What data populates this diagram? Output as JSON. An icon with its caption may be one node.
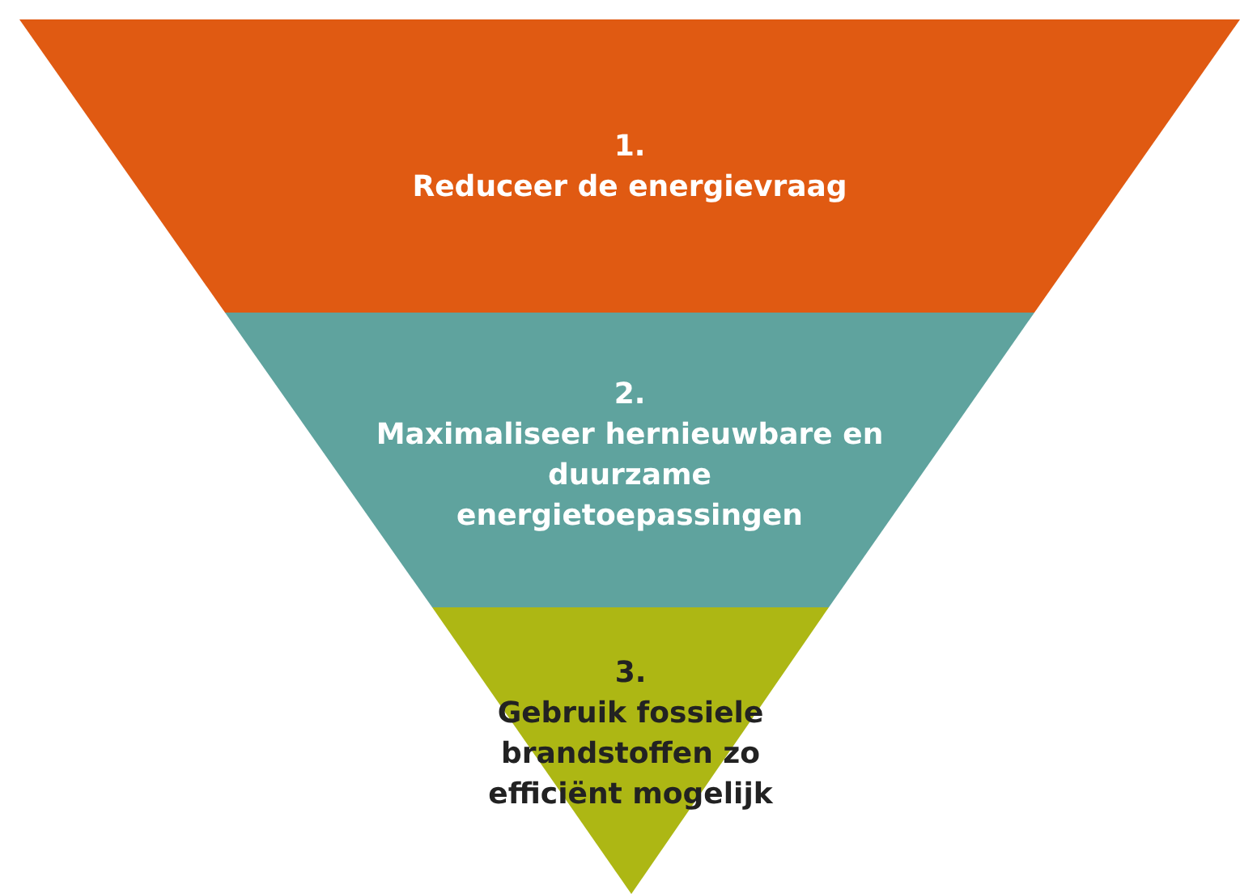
{
  "diagram": {
    "nodes": [
      {
        "text": [
          "1.",
          "Reduceer de energievraag"
        ]
      },
      {
        "text": [
          "2.",
          "Maximaliseer hernieuwbare en duurzame energietoepassingen"
        ]
      },
      {
        "text": [
          "3.",
          "Gebruik fossiele brandstoffen zo efficiënt mogelijk"
        ]
      }
    ]
  }
}
